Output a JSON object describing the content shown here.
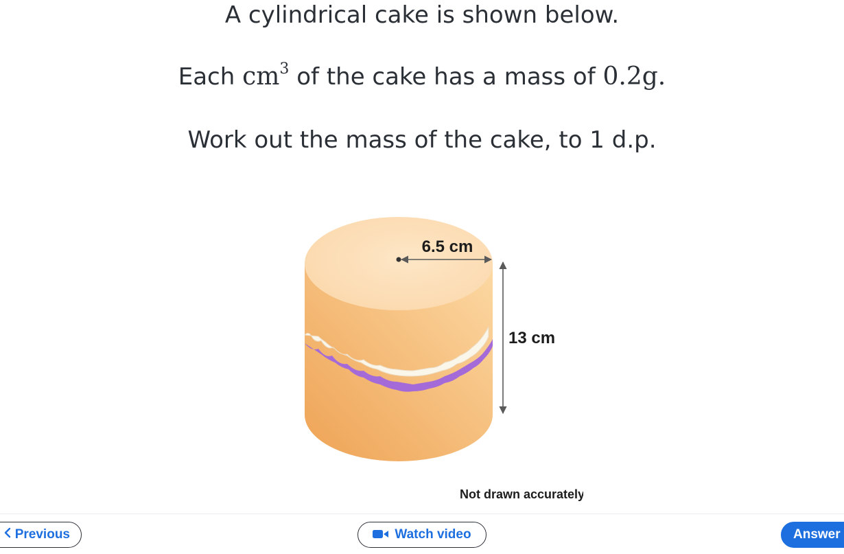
{
  "question": {
    "line1": "A cylindrical cake is shown below.",
    "line2_prefix": "Each",
    "line2_unit": "cm",
    "line2_exponent": "3",
    "line2_middle": "of the cake has a mass of",
    "line2_value": "0.2",
    "line2_mass_unit": "g.",
    "line3": "Work out the mass of the cake, to 1 d.p."
  },
  "figure": {
    "radius_label": "6.5 cm",
    "height_label": "13 cm",
    "note": "Not drawn accurately",
    "icons": [
      "radius-arrow-icon",
      "height-arrow-icon"
    ],
    "colors": {
      "cake_top": "#fde1bd",
      "cake_side_light": "#fcd9a4",
      "cake_side_dark": "#eea355",
      "cream": "#fbf6ea",
      "jam": "#a46ad8"
    }
  },
  "footer": {
    "previous_label": "Previous",
    "video_label": "Watch video",
    "answer_label": "Answer",
    "icons": [
      "chevron-left-icon",
      "video-camera-icon"
    ],
    "colors": {
      "link": "#1d6fe0",
      "primary": "#1d6fe0"
    }
  }
}
